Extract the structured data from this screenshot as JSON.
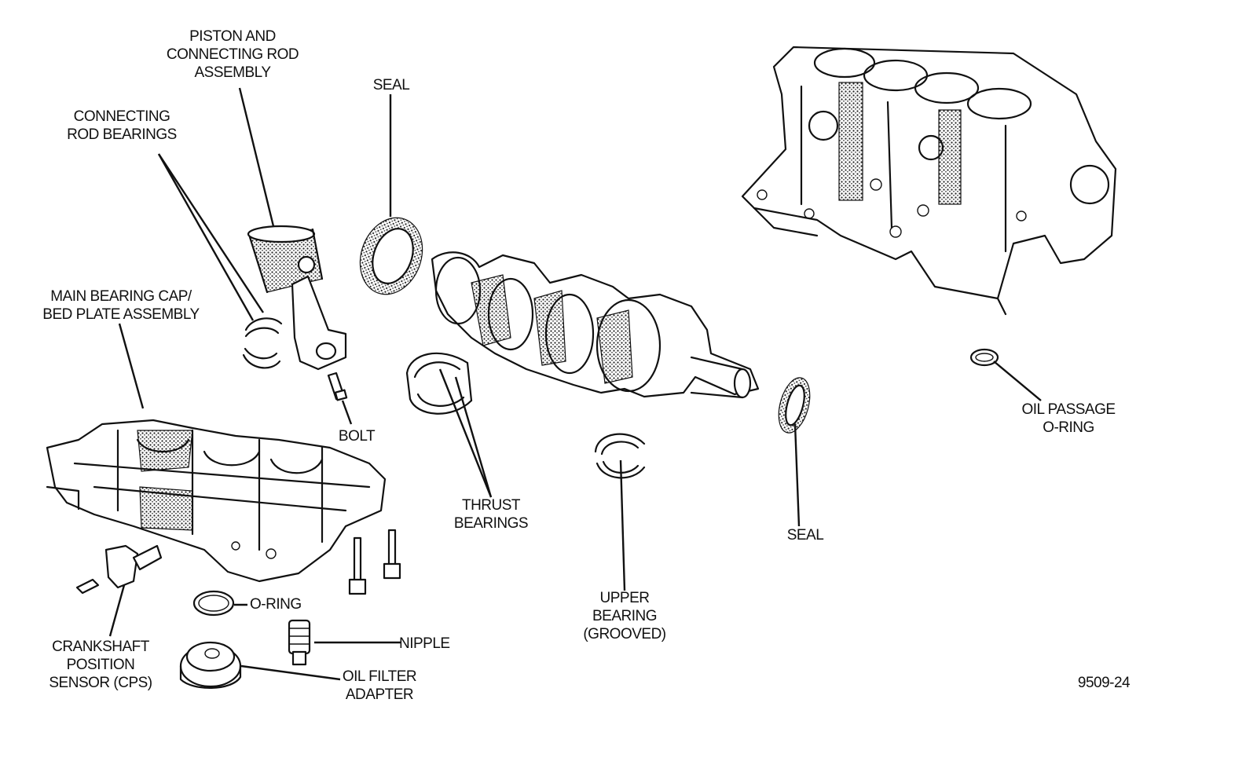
{
  "figure_id": "9509-24",
  "labels": {
    "piston_assembly": [
      "PISTON AND",
      "CONNECTING ROD",
      "ASSEMBLY"
    ],
    "rod_bearings": [
      "CONNECTING",
      "ROD BEARINGS"
    ],
    "seal_top": [
      "SEAL"
    ],
    "main_bearing_cap": [
      "MAIN BEARING CAP/",
      "BED PLATE ASSEMBLY"
    ],
    "bolt": [
      "BOLT"
    ],
    "thrust_bearings": [
      "THRUST",
      "BEARINGS"
    ],
    "upper_bearing": [
      "UPPER",
      "BEARING",
      "(GROOVED)"
    ],
    "seal_right": [
      "SEAL"
    ],
    "oil_passage_oring": [
      "OIL PASSAGE",
      "O-RING"
    ],
    "o_ring": [
      "O-RING"
    ],
    "nipple": [
      "NIPPLE"
    ],
    "oil_filter_adapter": [
      "OIL FILTER",
      "ADAPTER"
    ],
    "cps": [
      "CRANKSHAFT",
      "POSITION",
      "SENSOR (CPS)"
    ]
  }
}
